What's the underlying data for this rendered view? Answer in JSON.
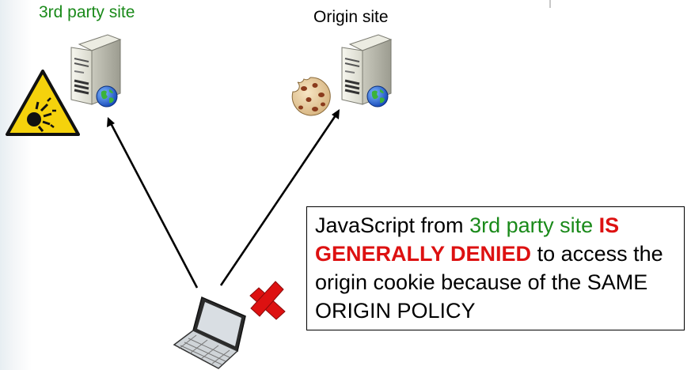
{
  "labels": {
    "third_party_site": "3rd party site",
    "origin_site": "Origin site"
  },
  "callout": {
    "part1": "JavaScript from ",
    "part2": "3rd party site",
    "part3": " ",
    "part4": "IS GENERALLY DENIED",
    "part5": " to access the origin cookie because of the SAME ORIGIN POLICY"
  },
  "colors": {
    "green_text": "#1a8a1a",
    "red_text": "#dd1111",
    "warning_yellow": "#f5d20c",
    "deny_cross": "#dd1111"
  },
  "icons": [
    "server-icon",
    "globe-icon",
    "warning-explosion-icon",
    "cookie-icon",
    "laptop-icon",
    "deny-cross-icon"
  ]
}
